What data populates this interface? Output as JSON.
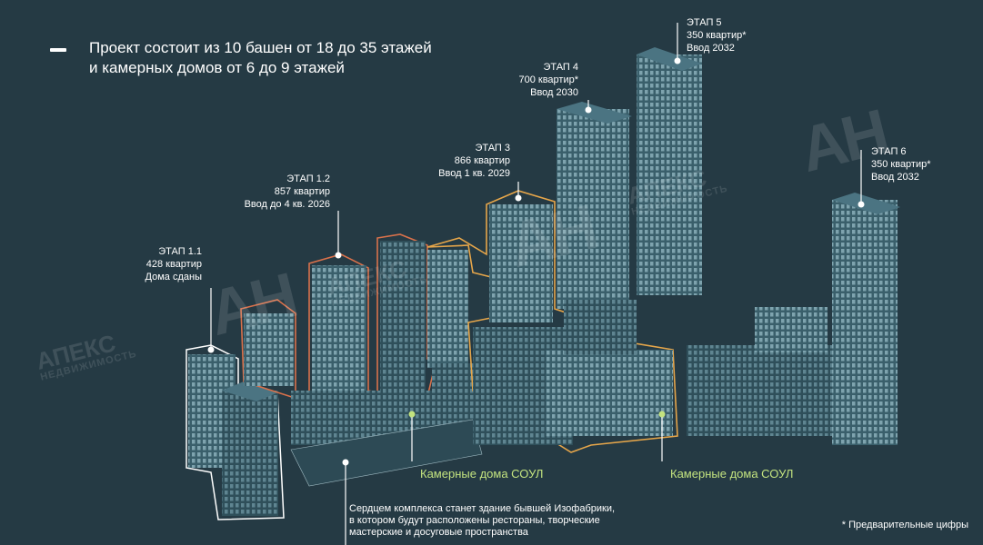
{
  "headline": {
    "line1": "Проект состоит из 10 башен от 18 до 35 этажей",
    "line2": "и камерных домов от 6 до 9 этажей"
  },
  "stages": [
    {
      "id": "1.1",
      "title": "ЭТАП 1.1",
      "flats": "428 квартир",
      "status": "Дома сданы"
    },
    {
      "id": "1.2",
      "title": "ЭТАП 1.2",
      "flats": "857 квартир",
      "status": "Ввод до 4 кв. 2026"
    },
    {
      "id": "3",
      "title": "ЭТАП 3",
      "flats": "866 квартир",
      "status": "Ввод 1 кв. 2029"
    },
    {
      "id": "4",
      "title": "ЭТАП 4",
      "flats": "700 квартир*",
      "status": "Ввод 2030"
    },
    {
      "id": "5",
      "title": "ЭТАП 5",
      "flats": "350 квартир*",
      "status": "Ввод 2032"
    },
    {
      "id": "6",
      "title": "ЭТАП 6",
      "flats": "350 квартир*",
      "status": "Ввод 2032"
    }
  ],
  "soul_label": "Камерные дома СОУЛ",
  "factory_note": {
    "line1": "Сердцем комплекса станет здание бывшей Изофабрики,",
    "line2": "в котором будут расположены рестораны, творческие",
    "line3": "мастерские и досуговые пространства"
  },
  "footnote": "* Предварительные цифры",
  "watermark": {
    "logo": "АН",
    "name": "АПЕКС",
    "sub": "НЕДВИЖИМОСТЬ"
  },
  "colors": {
    "background": "#253a44",
    "building": "#3f6673",
    "outline": "#ffffff",
    "stage_1_2": "#d9714b",
    "stage_3": "#e6a64a",
    "soul_marker": "#c3e37f"
  }
}
